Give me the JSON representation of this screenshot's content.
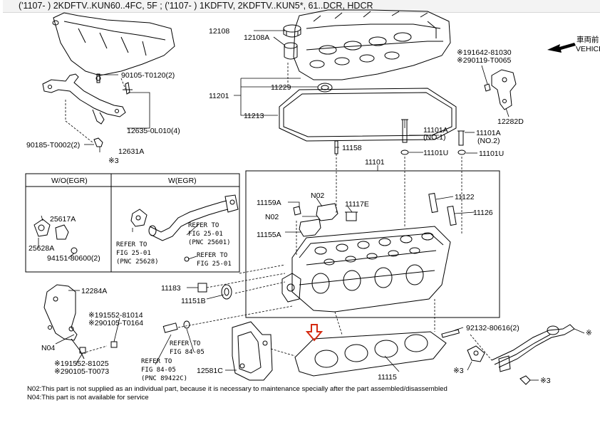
{
  "header": {
    "text": "('1107-      ) 2KDFTV..KUN60..4FC, 5F ; ('1107-      ) 1KDFTV, 2KDFTV..KUN5*, 61..DCR, HDCR"
  },
  "direction": {
    "jp": "車両前",
    "en": "VEHICL"
  },
  "parts": {
    "p12108": "12108",
    "p12108A": "12108A",
    "p11201": "11201",
    "p11229": "11229",
    "p11213": "11213",
    "p90105": "90105-T0120(2)",
    "p12635": "12635-0L010(4)",
    "p90185": "90185-T0002(2)",
    "p12631A": "12631A",
    "mark3a": "※3",
    "p191642": "※191642-81030",
    "p290119": "※290119-T0065",
    "p12282D": "12282D",
    "p11158": "11158",
    "p11101": "11101",
    "p11101A1": "11101A",
    "p11101A1n": "(NO.1)",
    "p11101U1": "11101U",
    "p11101A2": "11101A",
    "p11101A2n": "(NO.2)",
    "p11101U2": "11101U",
    "p11159A": "11159A",
    "pN02a": "N02",
    "pN02b": "N02",
    "p11117E": "11117E",
    "p11155A": "11155A",
    "p11122": "11122",
    "p11126": "11126",
    "p11183": "11183",
    "p11151B": "11151B",
    "p12284A": "12284A",
    "p191552a": "※191552-81014",
    "p290105a": "※290105-T0164",
    "pN04": "N04",
    "p191552b": "※191552-81025",
    "p290105b": "※290105-T0073",
    "ref84a": "REFER TO",
    "ref84b": "FIG 84-05",
    "ref84c": "REFER TO",
    "ref84d": "FIG 84-05",
    "ref84e": "(PNC 89422C)",
    "p12581C": "12581C",
    "p11115": "11115",
    "p92132": "92132-80616(2)",
    "mark3b": "※3",
    "mark3c": "※3",
    "mark3d": "※"
  },
  "inset": {
    "left_title": "W/O(EGR)",
    "right_title": "W(EGR)",
    "p25617A": "25617A",
    "p25628A": "25628A",
    "p94151": "94151-80600(2)",
    "refA1": "REFER TO",
    "refA2": "FIG 25-01",
    "refA3": "(PNC 25601)",
    "refB1": "REFER TO",
    "refB2": "FIG 25-01",
    "refB3": "(PNC 25628)",
    "refC1": "REFER TO",
    "refC2": "FIG 25-01"
  },
  "notes": {
    "n02": "N02:This part is not supplied as an individual part, because it is necessary to maintenance specially after the part assembled/disassembled",
    "n04": "N04:This part is not available for service"
  },
  "colors": {
    "arrow_highlight": "#d42a10",
    "line": "#000000",
    "header_bg": "#f3f3f3"
  }
}
